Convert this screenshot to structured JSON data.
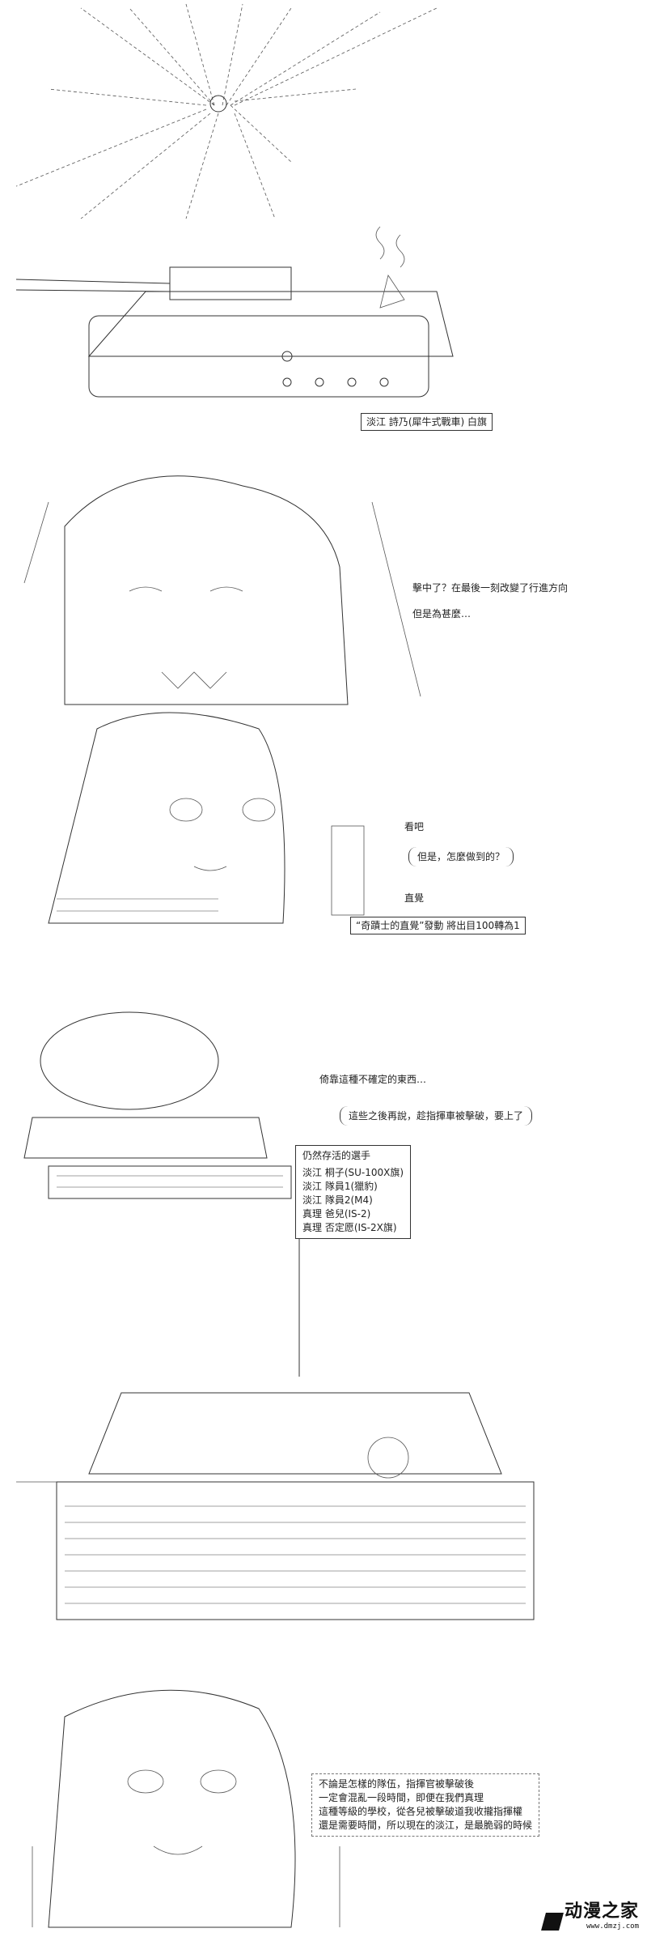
{
  "panel1": {},
  "panel2": {
    "tank_label": "淡江 詩乃(犀牛式戰車) 白旗"
  },
  "panel3": {
    "lines": [
      "擊中了？在最後一刻改變了行進方向",
      "但是為甚麼…"
    ]
  },
  "panel4": {
    "narration_1": "看吧",
    "speech": "但是，怎麼做到的？",
    "narration_2": "直覺",
    "box": "“奇蹟士的直覺”發動 將出目100轉為1"
  },
  "panel5": {
    "narration": "倚靠這種不確定的東西…",
    "speech": "這些之後再說，趁指揮車被擊破，要上了",
    "survivors_title": "仍然存活的選手",
    "survivors": [
      "淡江 桐子(SU-100X旗)",
      "淡江 隊員1(獵豹)",
      "淡江 隊員2(M4)",
      "真理 爸兒(IS-2)",
      "真理 否定愿(IS-2X旗)"
    ]
  },
  "panel7": {
    "text_lines": [
      "不論是怎樣的隊伍，指揮官被擊破後",
      "一定會混亂一段時間，即便在我們真理",
      "這種等級的學校，從各兒被擊破道我收攏指揮權",
      "還是需要時間，所以現在的淡江，是最脆弱的時候"
    ]
  },
  "watermark": {
    "logo": "动漫之家",
    "url": "www.dmzj.com"
  }
}
